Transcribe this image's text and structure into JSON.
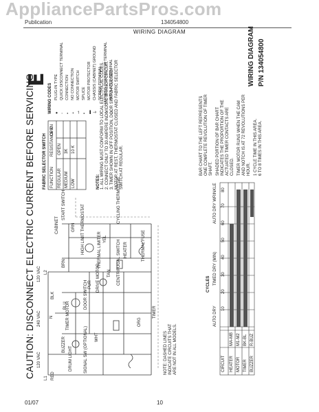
{
  "header": {
    "watermark": "AppliancePartsPros.com",
    "publication_left": "Publication",
    "publication_right": "134054800",
    "title": "WIRING DIAGRAM"
  },
  "caution": "CAUTION: DISCONNECT ELECTRIC CURRENT BEFORE SERVICING",
  "voltage_labels": {
    "v120a": "120 VAC",
    "v240": "240 VAC",
    "v120b": "120 VAC"
  },
  "component_labels": {
    "timer_motor": "TIMER MOTOR",
    "buzzer": "BUZZER",
    "drum_light": "DRUM LIGHT",
    "door_switch": "DOOR SWITCH",
    "drive_motor": "DRIVE MOTOR",
    "thermal_limiter": "THERMAL LIMITER",
    "high_limit": "HIGH LIMIT THERMOSTAT",
    "heater": "HEATER",
    "cycling_thermostat": "CYCLING THERMOSTAT",
    "start_switch": "START SWITCH",
    "fabric_selector": "FABRIC SELECTOR SWITCH",
    "timer": "TIMER",
    "centrifugal": "CENTRIFUGAL SWITCH",
    "thermal_fuse": "THERMAL FUSE",
    "signal_sw": "SIGNAL SW (OPTIONAL)",
    "cabinet": "CABINET",
    "l1": "L1",
    "l2": "L2",
    "n": "N",
    "red": "RED",
    "wht": "WHT",
    "blk": "BLK",
    "org": "ORG",
    "tan": "TAN",
    "yel": "YEL",
    "blu": "BLU",
    "brn": "BRN",
    "grn": "GRN",
    "pur": "PUR"
  },
  "fabric_table": {
    "title": "FABRIC SELECTOR SWITCH",
    "headers": [
      "FUNCTION",
      "RESISTANCE K",
      "OPEN"
    ],
    "rows": [
      [
        "REGULAR",
        "OPEN",
        ""
      ],
      [
        "MEDIUM",
        "3K",
        ""
      ],
      [
        "LOW",
        "10 K",
        ""
      ]
    ]
  },
  "notes": {
    "title": "NOTES:",
    "items": [
      "1. ALL WIRING MUST CONFORM TO LOCAL ELECTRICAL CODES.",
      "2. CONNECT ONLY TO 30 AMPERE INDIVIDUAL BRANCH CIRCUIT.",
      "3. TIMER SHOWN IN OFF POSITION, DOOR SWITCH CLOSED, MOTOR AT REST, THERMOSTAT CLOSED AND FABRIC SELECTOR SWITCH AT REGULAR."
    ]
  },
  "note_dashed": "NOTE: DASHED LINES INDICATE CIRCUITS THAT ARE NOT IN ALL MODELS.",
  "legend": {
    "title": "WIRING CODES",
    "items": [
      "PLUG-IN TYPE",
      "QUICK DISCONNECT TERMINAL",
      "CONNECTION",
      "NO CONNECTION",
      "MOTOR SWITCH",
      "SPLICE",
      "MOTOR PROTECTOR",
      "CHASSIS (CABINET) GROUND",
      "SCREW TERMINAL",
      "HARNESS CONNECTOR TERMINAL",
      "INSULATED TERMINAL"
    ]
  },
  "cycles": {
    "title": "CYCLES",
    "auto_dry_label": "AUTO DRY",
    "timed_label": "TIMED DRY (MIN)",
    "auto_wrinkle": "AUTO DRY WRINKLE",
    "minutes": [
      "10",
      "20",
      "30",
      "40",
      "50",
      "60",
      "70",
      "80"
    ],
    "circuit_label": "CIRCUIT",
    "circuits": [
      "HEATER",
      "MOTOR",
      "TIMER",
      "BUZZER"
    ],
    "contacts": [
      "MA-MB",
      "M1-M2",
      "BK-BL",
      "R-BUZ"
    ]
  },
  "chart_notes": [
    "BAR CHART TO THE LEFT REPRESENTS ONE COMPLETE REVOLUTION OF TIMER SHAFT.",
    "SHADED PORTION OF BAR CHART INDICATES THE PROPORTION OF THE ACTUATED TIMER CONTACTS ARE CLOSED.",
    "TIMER MOTOR RUNS WHEN THE CAM AND NOTCH IS AT 72 REVOLUTIONS PER HOUR.",
    "1 CYCLE TIME IN THIS AREA.",
    "6 TO 8 TIMES IN THIS AREA."
  ],
  "wiring_diagram_id": {
    "letter": "E",
    "label": "WIRING DIAGRAM",
    "pn": "P/N 134054800"
  },
  "footer": {
    "date": "01/07",
    "page": "10"
  }
}
